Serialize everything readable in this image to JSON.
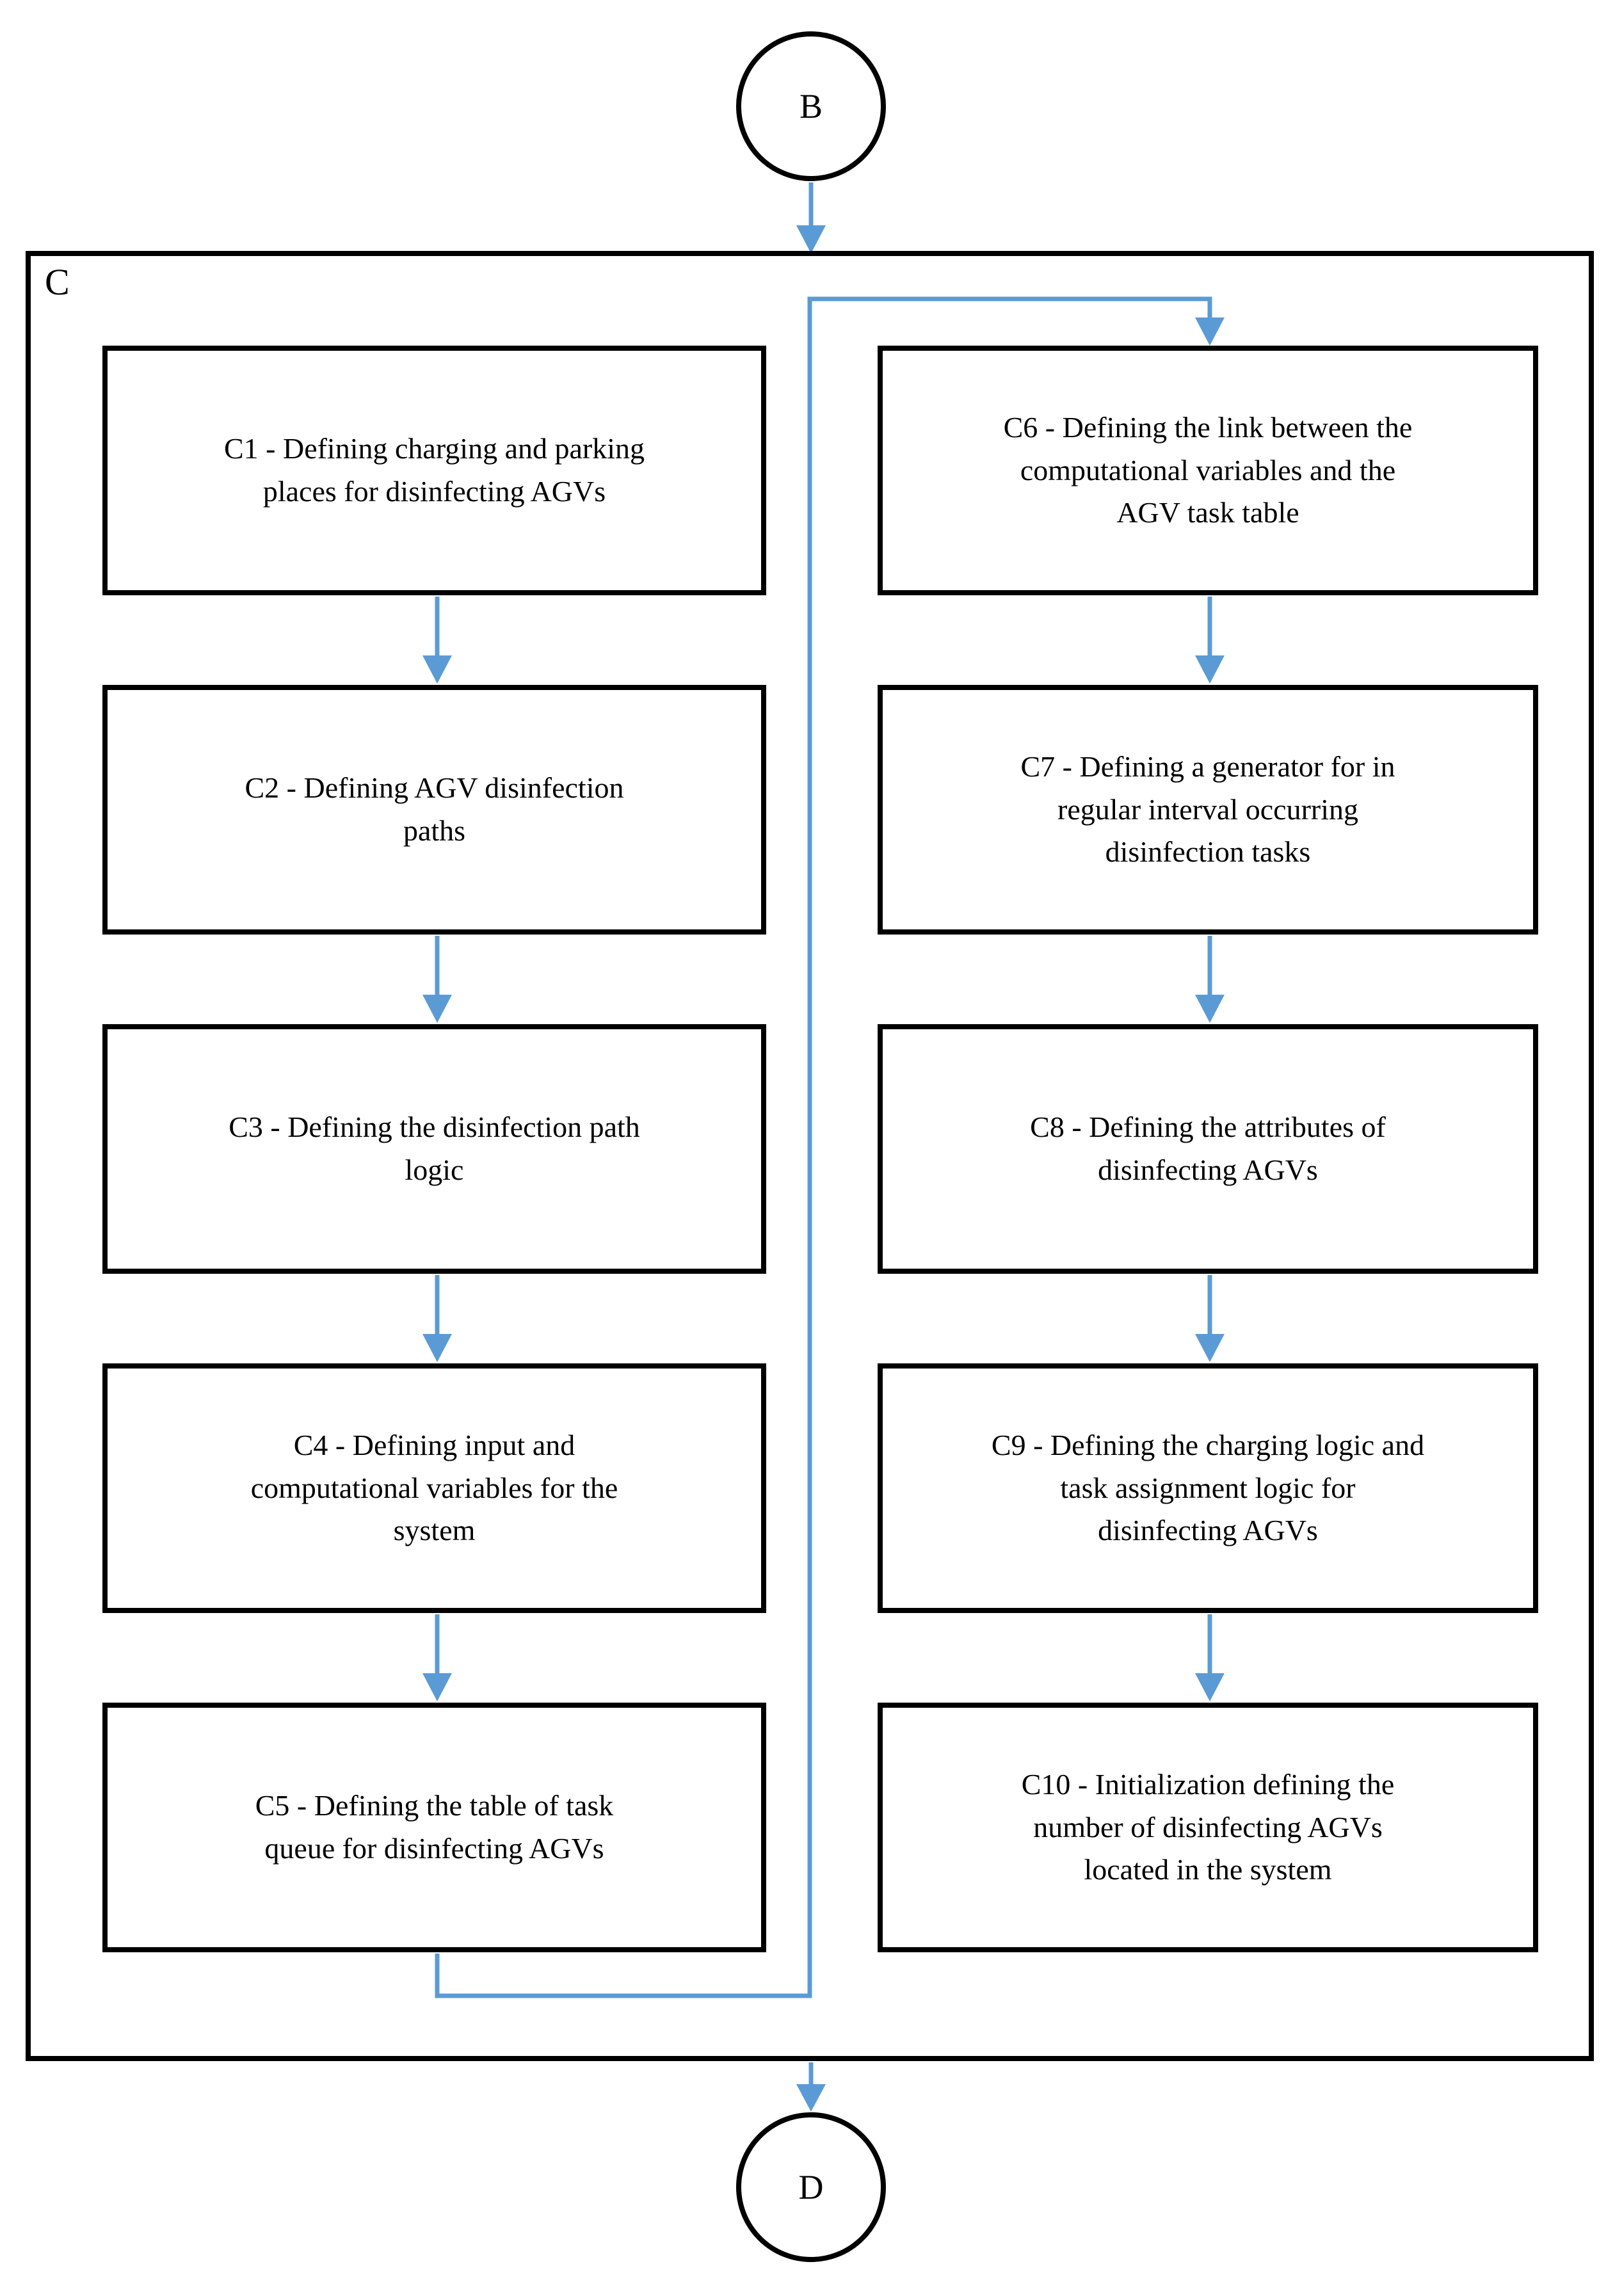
{
  "diagram": {
    "connector_start": "B",
    "connector_end": "D",
    "container_label": "C",
    "left_column": [
      {
        "id": "C1",
        "label": "C1 - Defining charging and parking\nplaces for disinfecting AGVs"
      },
      {
        "id": "C2",
        "label": "C2 - Defining AGV disinfection\npaths"
      },
      {
        "id": "C3",
        "label": "C3 - Defining the disinfection path\nlogic"
      },
      {
        "id": "C4",
        "label": "C4 - Defining input and\ncomputational variables for the\nsystem"
      },
      {
        "id": "C5",
        "label": "C5 - Defining the table of task\nqueue for disinfecting AGVs"
      }
    ],
    "right_column": [
      {
        "id": "C6",
        "label": "C6 - Defining the link between the\ncomputational variables and the\nAGV task table"
      },
      {
        "id": "C7",
        "label": "C7 - Defining a generator for in\nregular interval occurring\ndisinfection tasks"
      },
      {
        "id": "C8",
        "label": "C8 - Defining the attributes of\ndisinfecting AGVs"
      },
      {
        "id": "C9",
        "label": "C9 - Defining the charging logic and\ntask assignment logic for\ndisinfecting AGVs"
      },
      {
        "id": "C10",
        "label": "C10 - Initialization defining the\nnumber of disinfecting AGVs\nlocated in the system"
      }
    ],
    "colors": {
      "arrow": "#5B9BD5",
      "line": "#000000",
      "background": "#FFFFFF"
    }
  }
}
